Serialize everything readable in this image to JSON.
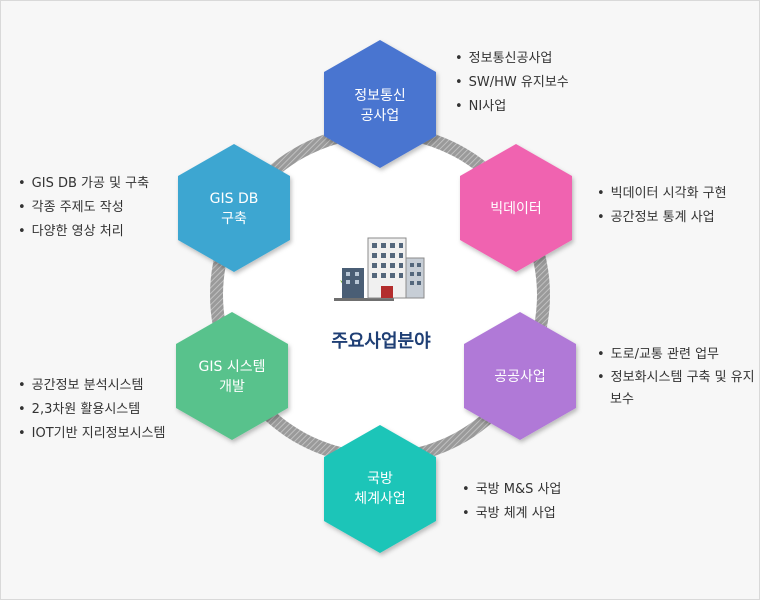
{
  "center": {
    "title": "주요사업분야"
  },
  "hexes": {
    "info": {
      "line1": "정보통신",
      "line2": "공사업",
      "color": "#4a74d0"
    },
    "bigdata": {
      "line1": "빅데이터",
      "color": "#f064b0"
    },
    "public": {
      "line1": "공공사업",
      "color": "#b079d7"
    },
    "defense": {
      "line1": "국방",
      "line2": "체계사업",
      "color": "#1fc5b8"
    },
    "gisdev": {
      "line1": "GIS 시스템",
      "line2": "개발",
      "color": "#58c28c"
    },
    "gisdb": {
      "line1": "GIS DB",
      "line2": "구축",
      "color": "#3ea6d1"
    }
  },
  "lists": {
    "info": [
      "정보통신공사업",
      "SW/HW 유지보수",
      "NI사업"
    ],
    "bigdata": [
      "빅데이터 시각화 구현",
      "공간정보 통계 사업"
    ],
    "public": [
      "도로/교통 관련 업무",
      "정보화시스템 구축 및 유지보수"
    ],
    "defense": [
      "국방 M&S 사업",
      "국방 체계 사업"
    ],
    "gisdev": [
      "공간정보 분석시스템",
      "2,3차원 활용시스템",
      "IOT기반 지리정보시스템"
    ],
    "gisdb": [
      "GIS DB 가공 및 구축",
      "각종 주제도 작성",
      "다양한 영상 처리"
    ]
  },
  "icons": {
    "center": "building-icon"
  }
}
